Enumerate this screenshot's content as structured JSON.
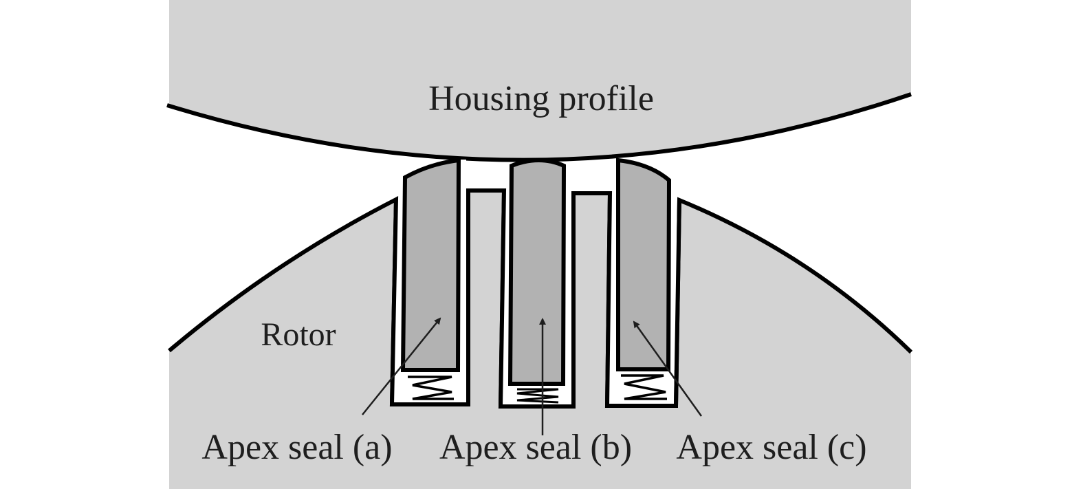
{
  "labels": {
    "housing": "Housing profile",
    "rotor": "Rotor",
    "seal_a": "Apex seal (a)",
    "seal_b": "Apex seal (b)",
    "seal_c": "Apex seal (c)"
  },
  "colors": {
    "housing_fill": "#d3d3d3",
    "rotor_fill": "#d3d3d3",
    "seal_fill": "#b2b2b2",
    "slot_fill": "#ffffff",
    "outline": "#000000",
    "text": "#1e1e1e"
  }
}
